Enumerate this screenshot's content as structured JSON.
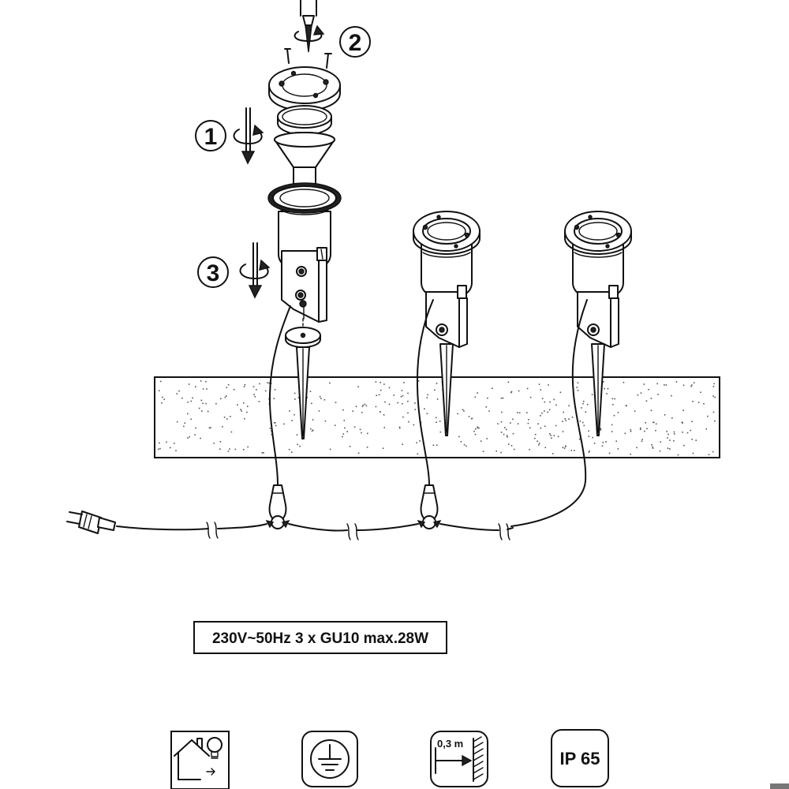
{
  "diagram": {
    "steps": [
      {
        "number": "1"
      },
      {
        "number": "2"
      },
      {
        "number": "3"
      }
    ],
    "spec_label": "230V~50Hz 3 x GU10 max.28W",
    "icons": [
      {
        "name": "indoor-outdoor-lamp-icon",
        "label": ""
      },
      {
        "name": "protective-earth-icon",
        "label": ""
      },
      {
        "name": "minimum-distance-icon",
        "label": "0,3 m"
      },
      {
        "name": "ip-rating-icon",
        "label": "IP 65"
      }
    ],
    "colors": {
      "line": "#111111",
      "ground_speckle": "#555555",
      "background": "#ffffff"
    }
  }
}
